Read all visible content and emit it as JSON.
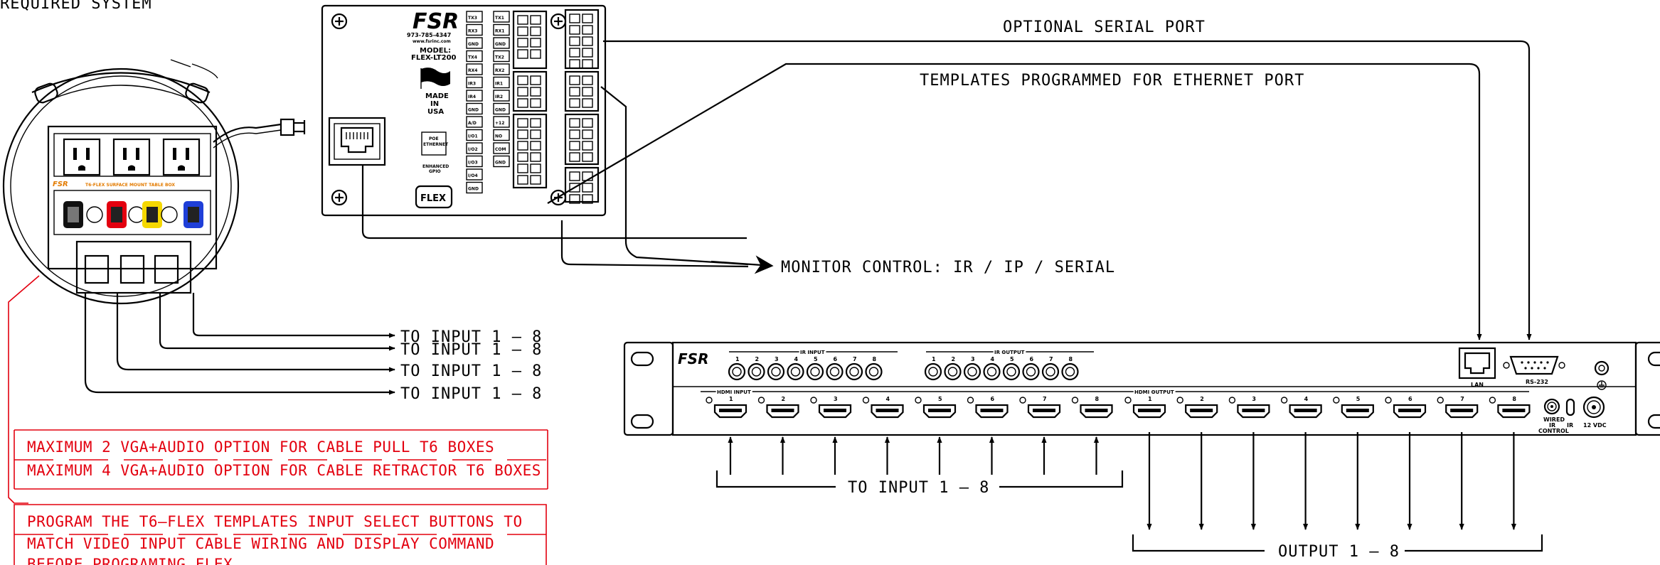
{
  "header_text": "REQUIRED SYSTEM",
  "labels": {
    "optional_serial": "OPTIONAL SERIAL PORT",
    "templates_ethernet": "TEMPLATES PROGRAMMED FOR ETHERNET PORT",
    "monitor_control": "MONITOR CONTROL: IR / IP / SERIAL",
    "to_input": "TO INPUT 1 – 8",
    "to_input_bottom": "TO INPUT 1 – 8",
    "output": "OUTPUT 1 – 8"
  },
  "notes": {
    "vga_line1": "MAXIMUM 2 VGA+AUDIO OPTION FOR CABLE PULL T6 BOXES",
    "vga_line2": "MAXIMUM 4 VGA+AUDIO OPTION FOR CABLE RETRACTOR T6 BOXES",
    "prog_line1": "PROGRAM THE T6–FLEX TEMPLATES INPUT SELECT BUTTONS TO",
    "prog_line2": "MATCH VIDEO INPUT CABLE WIRING AND DISPLAY COMMAND",
    "prog_line3": "BEFORE PROGRAMING FLEX"
  },
  "controller": {
    "brand": "FSR",
    "phone": "973-785-4347",
    "web": "www.fsrinc.com",
    "model_label": "MODEL:",
    "model": "FLEX-LT200",
    "made_in": "MADE",
    "in": "IN",
    "usa": "USA",
    "poe": "POE",
    "ethernet": "ETHERNET",
    "enhanced": "ENHANCED",
    "gpio": "GPIO",
    "logo": "FLEX",
    "left_labels": [
      "TX3",
      "RX3",
      "GND",
      "TX4",
      "RX4",
      "IR3",
      "IR4",
      "GND",
      "A/D",
      "I/O1",
      "I/O2",
      "I/O3",
      "I/O4",
      "GND"
    ],
    "right_labels": [
      "TX1",
      "RX1",
      "GND",
      "TX2",
      "RX2",
      "IR1",
      "IR2",
      "GND",
      "+12",
      "NO",
      "COM",
      "GND"
    ]
  },
  "t6_box": {
    "brand": "FSR",
    "strip_text": "T6-FLEX SURFACE MOUNT TABLE BOX"
  },
  "matrix": {
    "brand": "FSR",
    "ir_input_label": "IR INPUT",
    "ir_output_label": "IR OUTPUT",
    "hdmi_input_label": "HDMI INPUT",
    "hdmi_output_label": "HDMI OUTPUT",
    "port_numbers": [
      "1",
      "2",
      "3",
      "4",
      "5",
      "6",
      "7",
      "8"
    ],
    "lan_label": "LAN",
    "rs232_label": "RS-232",
    "wired_ir_label": "WIRED",
    "ir_label": "IR",
    "control_label": "CONTROL",
    "ir_small": "IR",
    "power_label": "12 VDC"
  }
}
